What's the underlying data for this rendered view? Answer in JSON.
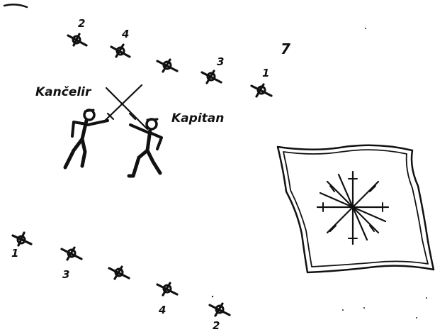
{
  "labels": {
    "kancelir": "Kančelir",
    "kapitan": "Kapitan",
    "top_right_mark": "7"
  },
  "dancers_top": [
    {
      "num": "2"
    },
    {
      "num": "4"
    },
    {
      "num": ""
    },
    {
      "num": "3"
    },
    {
      "num": "1"
    }
  ],
  "dancers_bottom": [
    {
      "num": "1"
    },
    {
      "num": "3"
    },
    {
      "num": ""
    },
    {
      "num": "4"
    },
    {
      "num": "2"
    }
  ],
  "flag": {
    "emblem": "star-emblem"
  }
}
